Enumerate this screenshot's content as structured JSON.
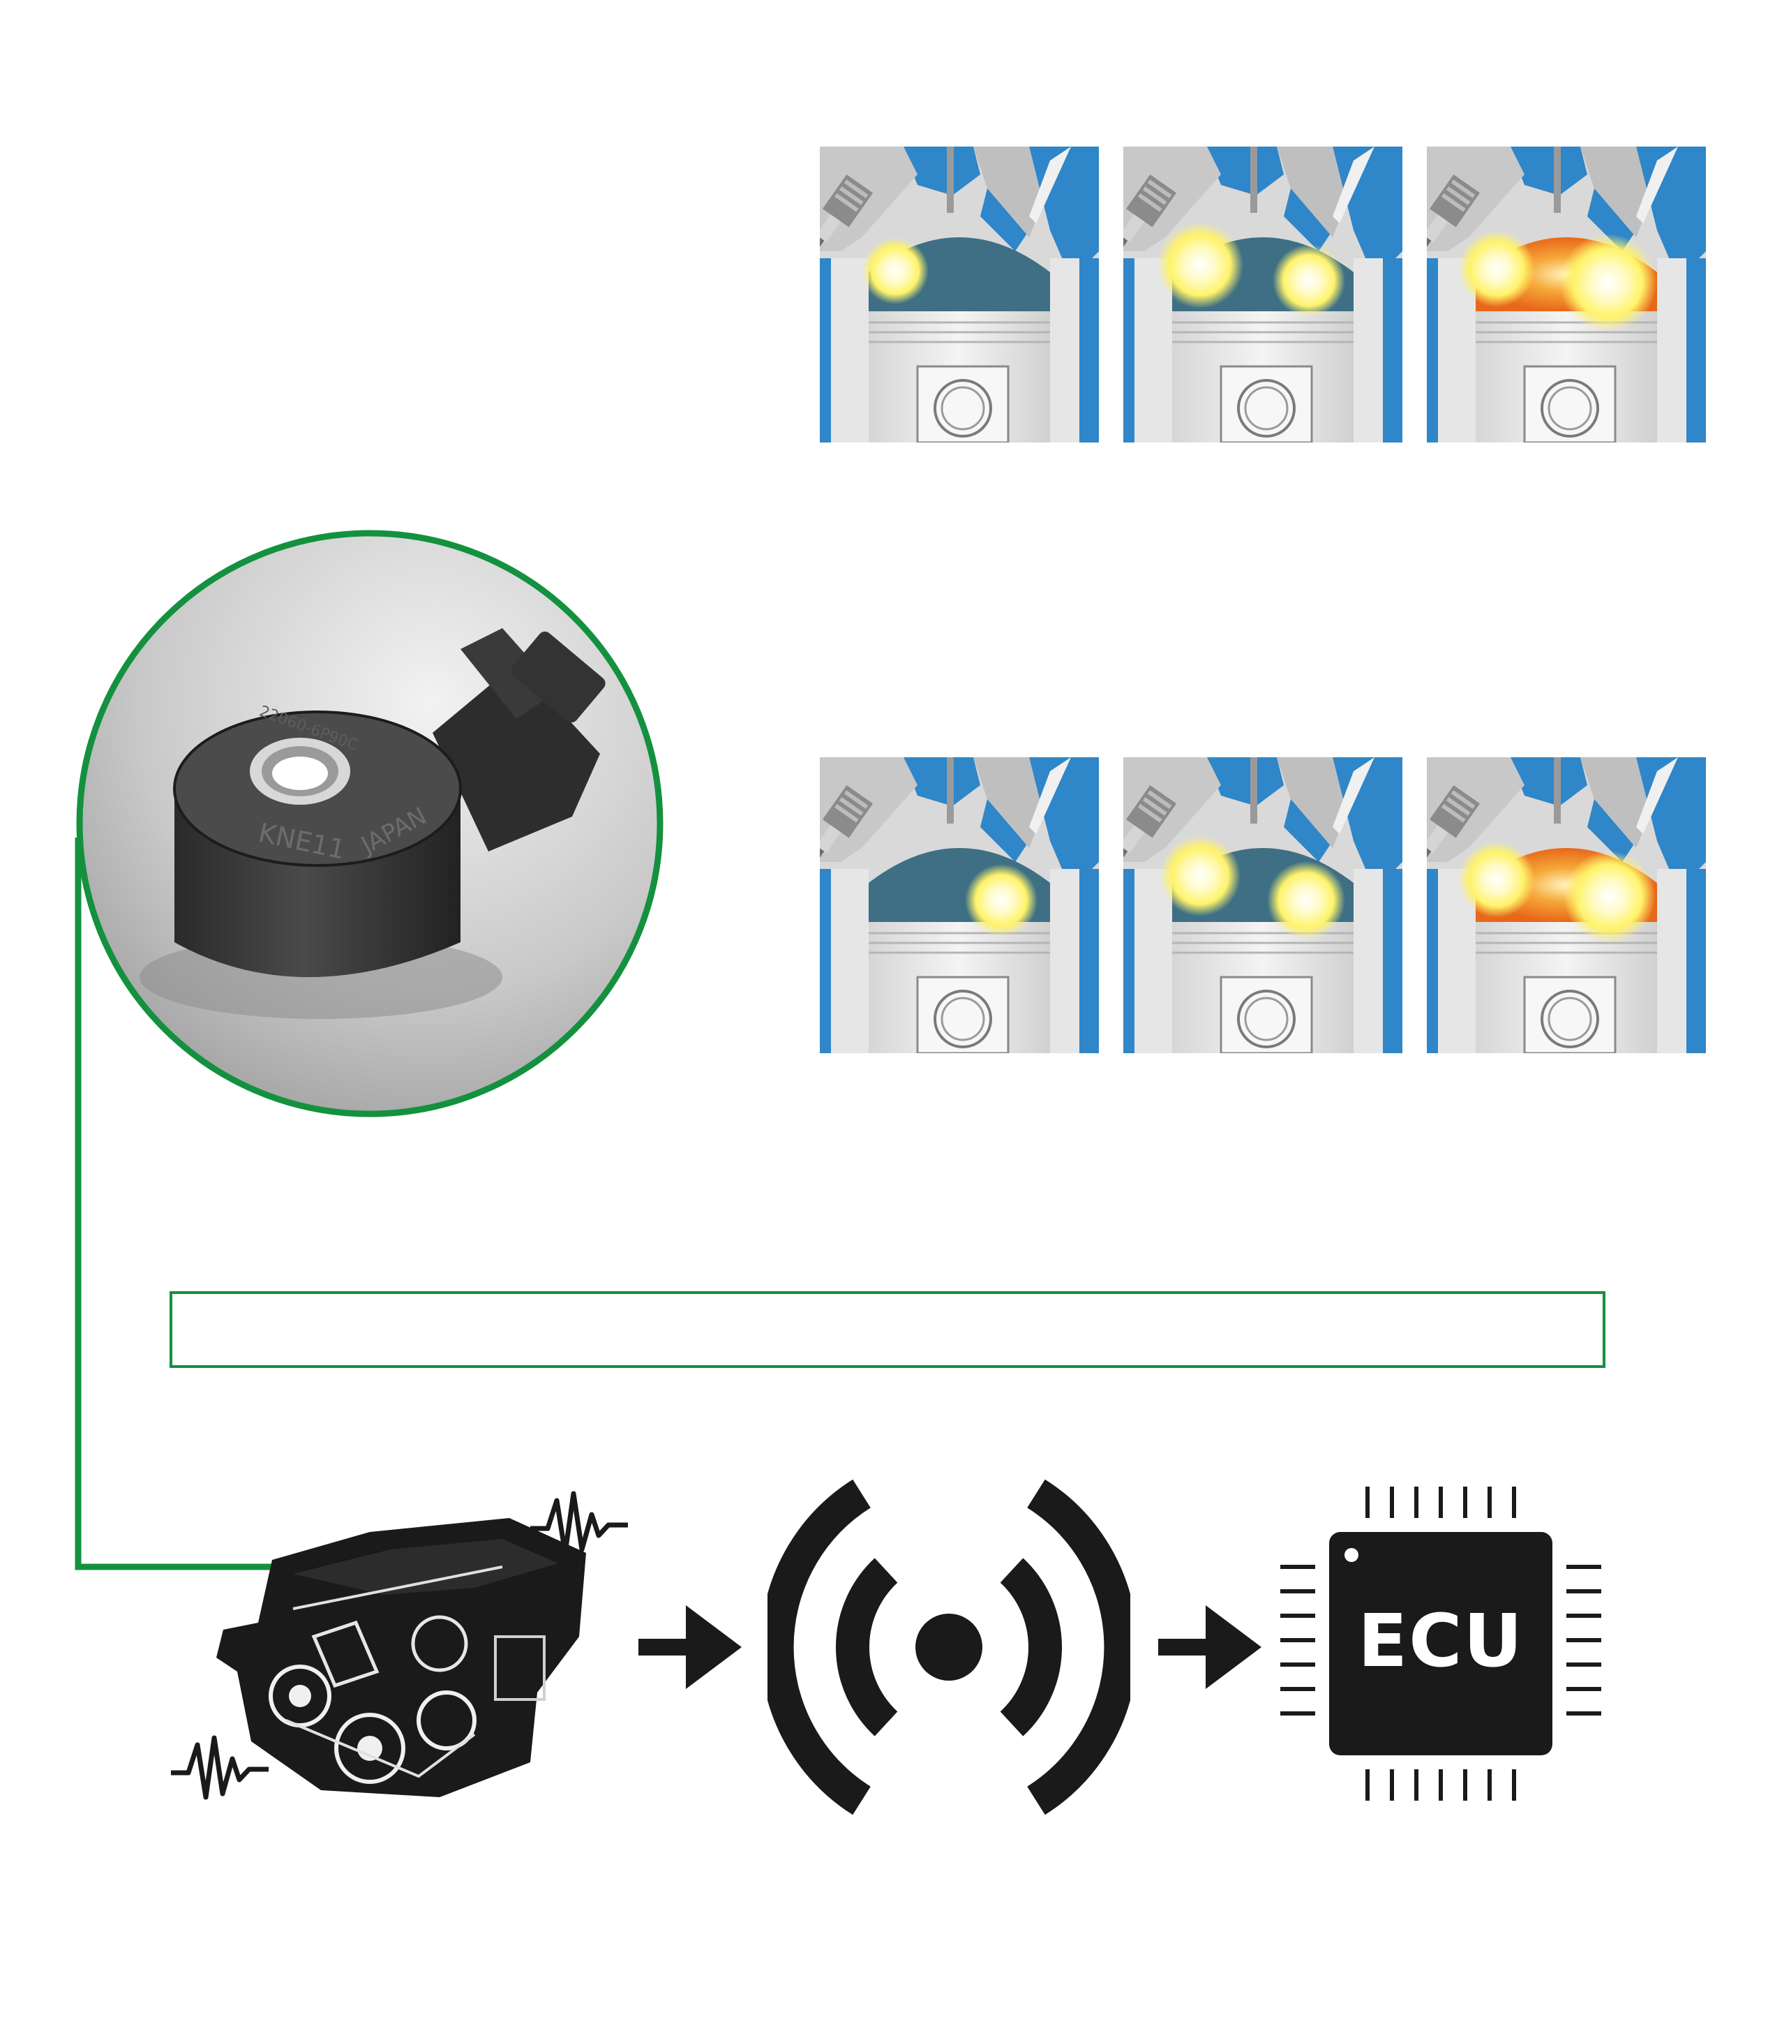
{
  "colors": {
    "accent_green": "#13913f",
    "coolant_blue": "#2f86c9",
    "chamber_teal": "#3e6f84",
    "flame_yellow": "#fff36a",
    "flame_orange": "#e8671a",
    "icon_black": "#1a1a1a"
  },
  "sensor_photo": {
    "markings": [
      "JAPAN",
      "KNE11",
      "22060-6P90C"
    ]
  },
  "combustion_rows": [
    {
      "row": "top",
      "panels": [
        "flame-at-spark-plug",
        "second-flame-front",
        "full-orange-burn"
      ]
    },
    {
      "row": "bottom",
      "panels": [
        "flame-at-far-wall",
        "two-flame-fronts",
        "full-orange-burn"
      ]
    }
  ],
  "flow": {
    "steps": [
      "engine-vibration",
      "sensor-signal",
      "ecu"
    ],
    "ecu_label": "ECU"
  },
  "caption_box": {
    "text": ""
  }
}
